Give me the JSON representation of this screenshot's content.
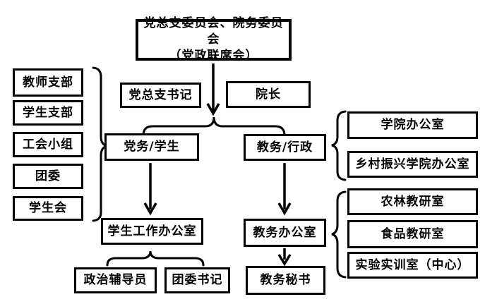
{
  "diagram": {
    "type": "org-chart",
    "colors": {
      "line": "#000000",
      "background": "#ffffff",
      "text": "#000000"
    },
    "nodes": {
      "top_committee": {
        "line1": "党总支委员会、院务委员会",
        "line2": "（党政联席会）"
      },
      "party_branch_secretary": "党总支书记",
      "dean": "院长",
      "left_group": [
        "教师支部",
        "学生支部",
        "工会小组",
        "团委",
        "学生会"
      ],
      "party_student_affairs": "党务/学生",
      "academic_admin_affairs": "教务/行政",
      "admin_offices": [
        "学院办公室",
        "乡村振兴学院办公室"
      ],
      "student_work_office": "学生工作办公室",
      "academic_affairs_office": "教务办公室",
      "teaching_sections": [
        "农林教研室",
        "食品教研室",
        "实验实训室（中心）"
      ],
      "political_counselor": "政治辅导员",
      "league_committee_secretary": "团委书记",
      "academic_secretary": "教务秘书"
    }
  }
}
